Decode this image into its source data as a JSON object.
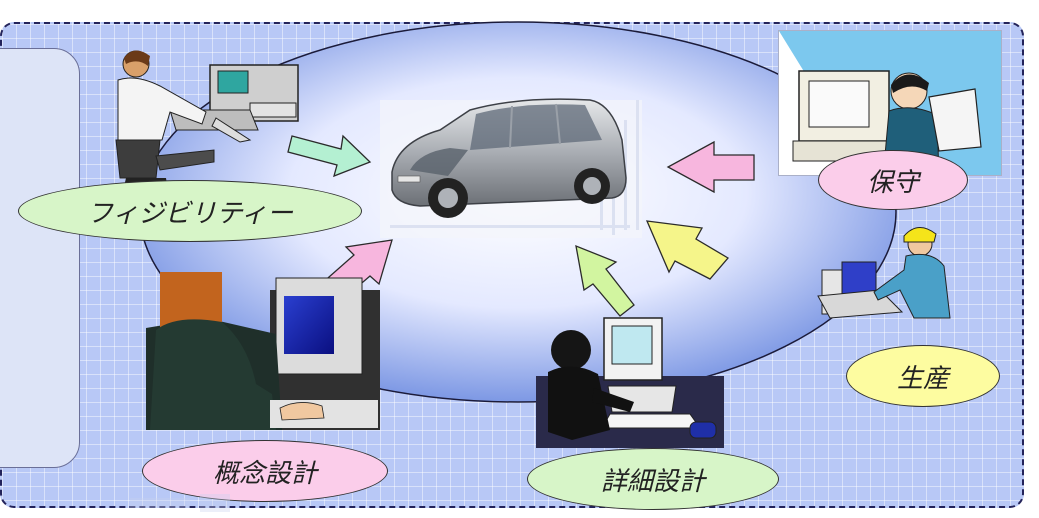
{
  "side_panel": {
    "chars": [
      "",
      "",
      "",
      "",
      "",
      ""
    ]
  },
  "labels": {
    "feasibility": "フィジビリティー",
    "maintenance": "保守",
    "production": "生産",
    "concept_design": "概念設計",
    "detail_design": "詳細設計"
  },
  "colors": {
    "panel": "#b8c8f6",
    "ellipse_center": "#ffffff",
    "ellipse_edge": "#6f8fe0",
    "arrow_green": "#b4f0d2",
    "arrow_pink": "#f7b6de",
    "arrow_yellow": "#f5f58a",
    "arrow_lightgreen": "#d2f5a0",
    "label_green": "#d7f5c8",
    "label_pink": "#fbcdea",
    "label_yellow": "#fdfca0"
  },
  "icons": {
    "center": "minivan-car-icon",
    "top_left": "person-at-computer-icon",
    "top_right": "person-reading-at-monitor-icon",
    "right": "factory-worker-icon",
    "bottom_left": "silhouette-at-computer-icon",
    "bottom_center": "businessman-at-computer-icon"
  }
}
